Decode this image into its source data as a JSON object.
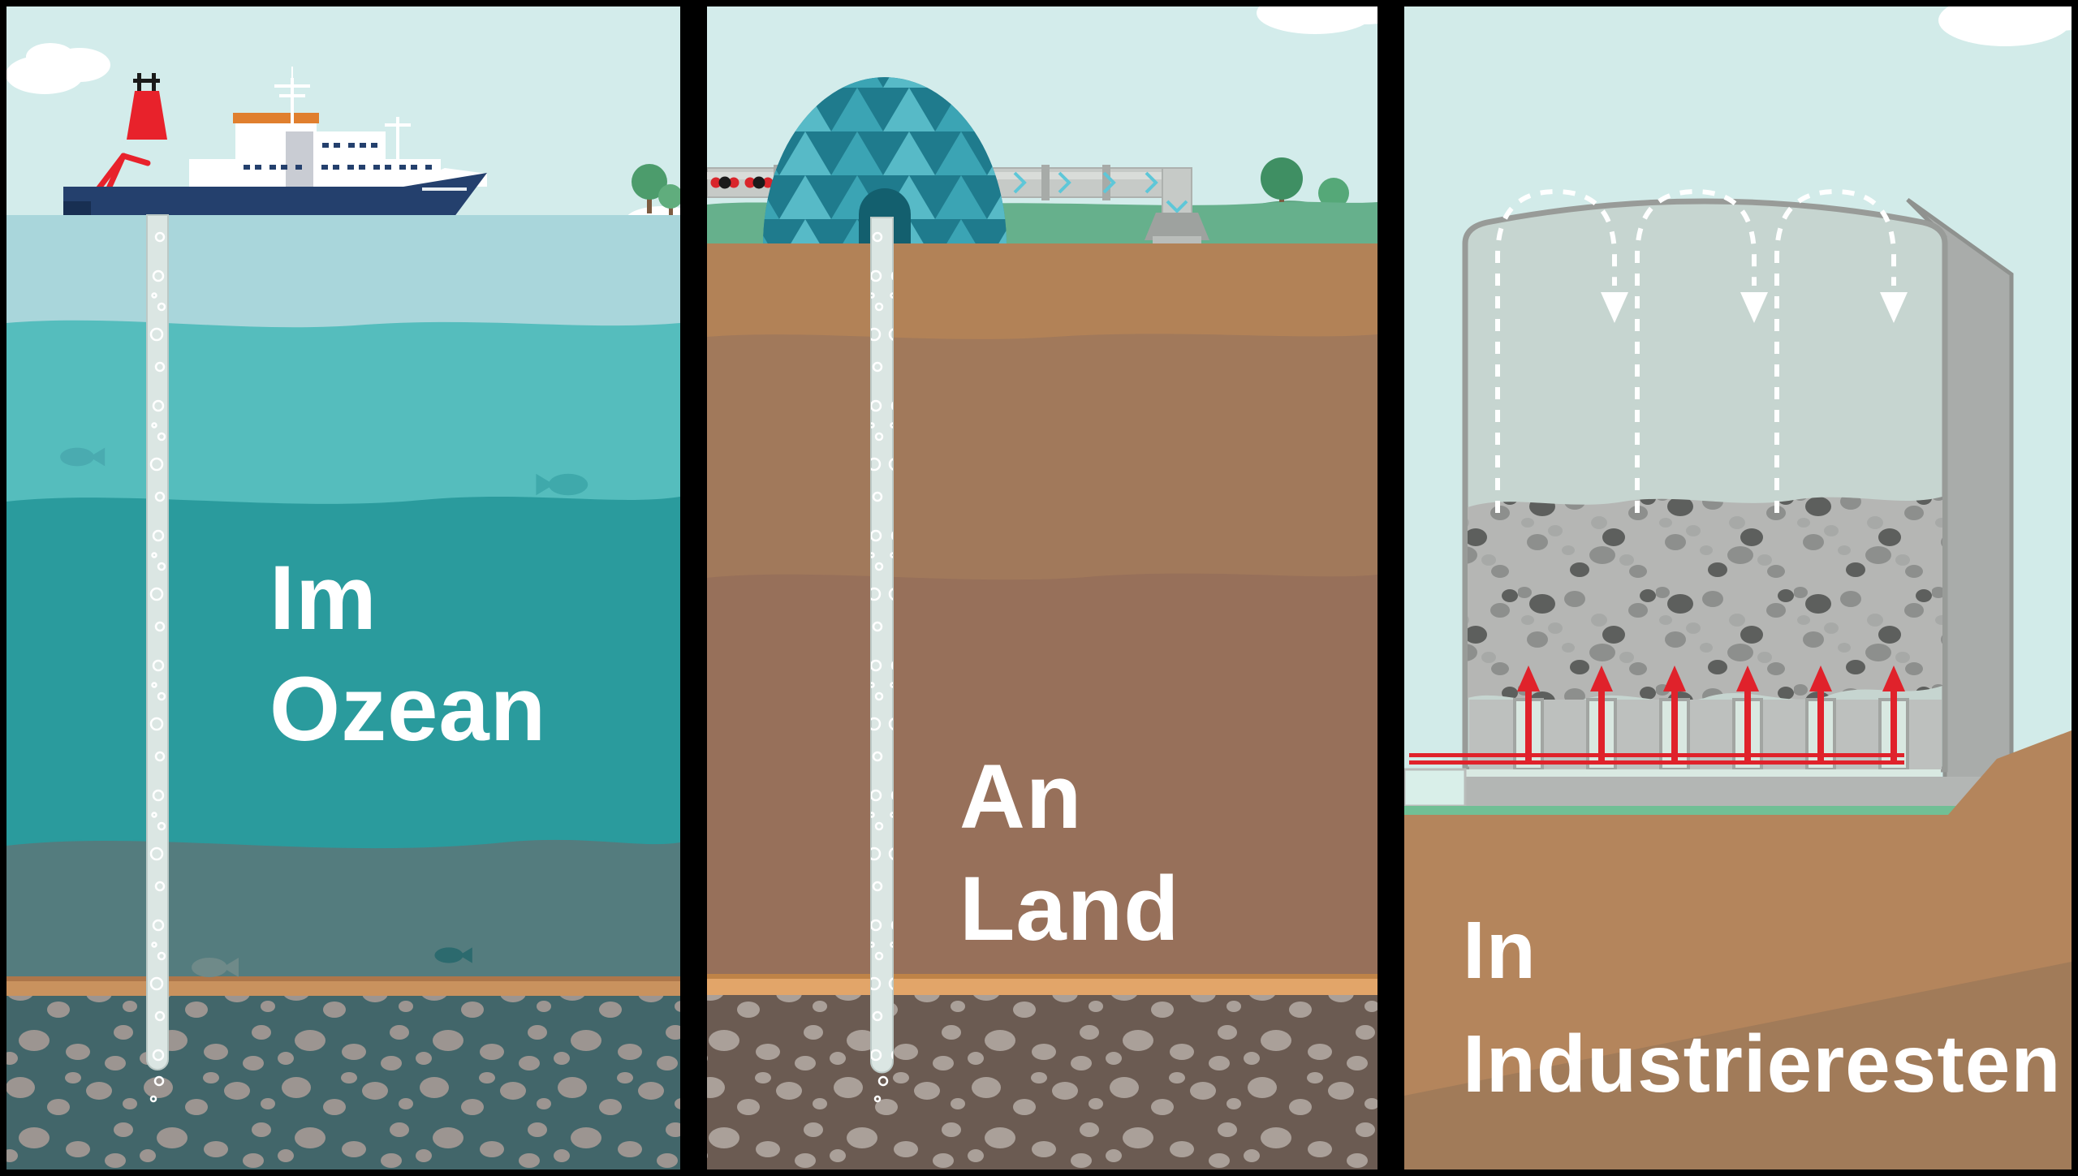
{
  "figure": {
    "type": "educational-infographic",
    "topic": "CO2 storage methods (three illustrated panels)",
    "panels": [
      {
        "name": "ocean",
        "label": {
          "line1": "Im",
          "line2": "Ozean"
        }
      },
      {
        "name": "land",
        "label": {
          "line1": "An",
          "line2": "Land"
        }
      },
      {
        "name": "industrial-residues",
        "label": {
          "line1": "In",
          "line2": "Industrieresten"
        }
      }
    ],
    "colors": {
      "label_text": "#ffffff",
      "frame_black": "#000000",
      "sky": "#d3eceb",
      "sea_surface": "#a9d6db",
      "sea_mid": "#55bdbd",
      "sea_deep": "#2a9b9d",
      "sea_bottom": "#547c7e",
      "sand_stripe": "#e2a569",
      "soil_brown": "#b28257",
      "gravel_ground": "#6b5b52",
      "hull_navy": "#24406d",
      "funnel_red": "#e8222b",
      "cabin_orange": "#e07f2e",
      "dome_teal": "#3ba4b4",
      "grass_green": "#66b08c",
      "pipe_gray": "#dbe6e3",
      "container_gray": "#c6d5d0",
      "injection_red": "#e0222b",
      "turf_strip_green": "#70bf95"
    }
  }
}
